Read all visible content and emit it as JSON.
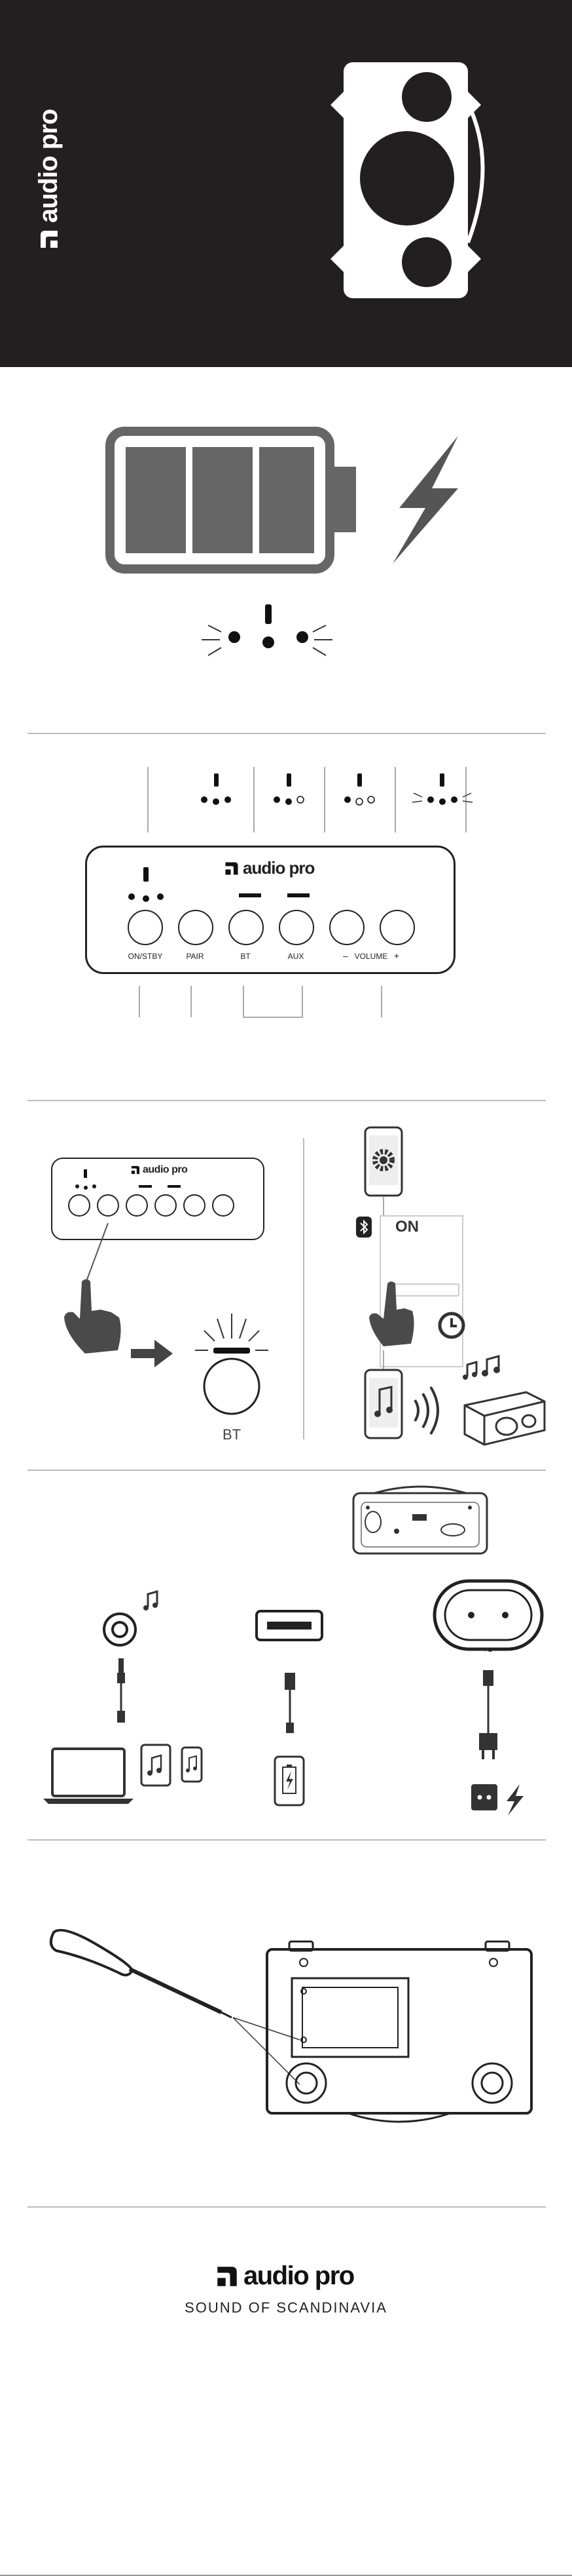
{
  "brand": {
    "name": "audio pro",
    "tagline": "SOUND OF SCANDINAVIA"
  },
  "panel": {
    "buttons": [
      {
        "label": "ON/STBY"
      },
      {
        "label": "PAIR"
      },
      {
        "label": "BT"
      },
      {
        "label": "AUX"
      },
      {
        "label": "–"
      },
      {
        "label": "+"
      }
    ],
    "volume_label": "VOLUME"
  },
  "pairing": {
    "bt_label": "BT",
    "on_label": "ON"
  },
  "colors": {
    "cover_bg": "#231f20",
    "battery_fill": "#666666",
    "accent_gray": "#555555"
  }
}
